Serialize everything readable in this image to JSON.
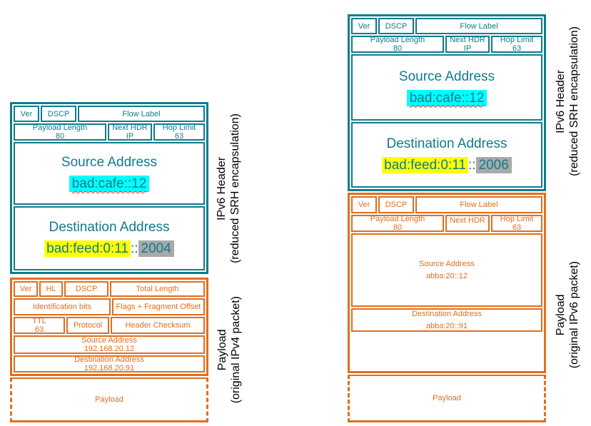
{
  "colors": {
    "teal": "#0E7C8C",
    "orange": "#E06E1E",
    "cyan_highlight": "#00FFFF",
    "yellow_highlight": "#FFFF00",
    "gray_highlight": "#A9A9A9",
    "misspell_red": "#E03030",
    "label_black": "#000000"
  },
  "left": {
    "ipv6": {
      "r1": [
        "Ver",
        "DSCP",
        "Flow Label"
      ],
      "r2": [
        {
          "l1": "Payload Length",
          "l2": "80"
        },
        {
          "l1": "Next HDR",
          "l2": "IP"
        },
        {
          "l1": "Hop Limit",
          "l2": "63"
        }
      ],
      "src": {
        "title": "Source Address",
        "addr": "bad:cafe::12"
      },
      "dst": {
        "title": "Destination Address",
        "addr_start": "bad:feed:0:11",
        "addr_sep": "::",
        "addr_end": "2004"
      }
    },
    "ipv4": {
      "r1": [
        "Ver",
        "HL",
        "DSCP",
        "Total Length"
      ],
      "r2": [
        "Identification bits",
        "Flags + Fragment Offset"
      ],
      "r3_ttl": {
        "l1": "TTL",
        "l2": "63"
      },
      "r3_protocol": "Protocol",
      "r3_checksum": "Header Checksum",
      "src": {
        "l1": "Source Address",
        "l2": "192.168.20.12"
      },
      "dst": {
        "l1": "Destination Address",
        "l2": "192.168.20.91"
      },
      "payload": "Payload"
    },
    "label_top": {
      "l1": "IPv6 Header",
      "l2": "(reduced SRH encapsulation)"
    },
    "label_bottom": {
      "l1": "Payload",
      "l2": "(original IPv4 packet)"
    }
  },
  "right": {
    "ipv6": {
      "r1": [
        "Ver",
        "DSCP",
        "Flow Label"
      ],
      "r2": [
        {
          "l1": "Payload Length",
          "l2": "80"
        },
        {
          "l1": "Next HDR",
          "l2": "IP"
        },
        {
          "l1": "Hop Limit",
          "l2": "63"
        }
      ],
      "src": {
        "title": "Source Address",
        "addr": "bad:cafe::12"
      },
      "dst": {
        "title": "Destination Address",
        "addr_start": "bad:feed:0:11",
        "addr_sep": "::",
        "addr_end": "2006"
      }
    },
    "inner_ipv6": {
      "r1": [
        "Ver",
        "DSCP",
        "Flow Label"
      ],
      "r2": [
        {
          "l1": "Payload Length",
          "l2": "80"
        },
        {
          "l1": "Next HDR",
          "l2": ""
        },
        {
          "l1": "Hop Limit",
          "l2": "63"
        }
      ],
      "src": {
        "l1": "Source Address",
        "l2": "abba:20::12"
      },
      "dst": {
        "l1": "Destination Address",
        "l2": "abba:20::91"
      },
      "payload": "Payload"
    },
    "label_top": {
      "l1": "IPv6 Header",
      "l2": "(reduced SRH encapsulation)"
    },
    "label_bottom": {
      "l1": "Payload",
      "l2": "(original IPv6 packet)"
    }
  }
}
